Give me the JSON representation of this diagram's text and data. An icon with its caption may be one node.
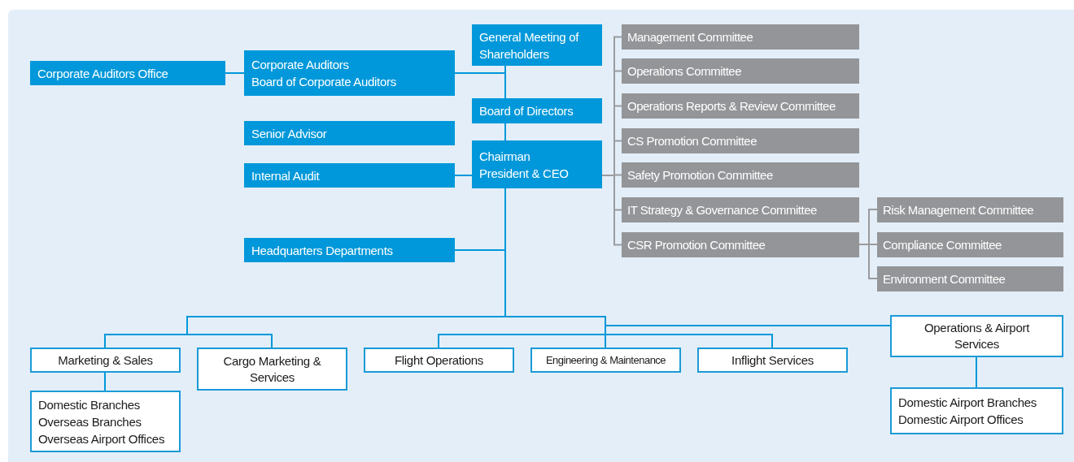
{
  "diagram": {
    "nodes": [
      {
        "text": [
          "Corporate Auditors Office"
        ]
      },
      {
        "text": [
          "Corporate Auditors",
          "Board of Corporate Auditors"
        ]
      },
      {
        "text": [
          "General Meeting of Shareholders"
        ]
      },
      {
        "text": [
          "Board of Directors"
        ]
      },
      {
        "text": [
          "Chairman",
          "President & CEO"
        ]
      },
      {
        "text": [
          "Senior Advisor"
        ]
      },
      {
        "text": [
          "Internal Audit"
        ]
      },
      {
        "text": [
          "Headquarters Departments"
        ]
      },
      {
        "text": [
          "Management Committee"
        ]
      },
      {
        "text": [
          "Operations Committee"
        ]
      },
      {
        "text": [
          "Operations Reports & Review Committee"
        ]
      },
      {
        "text": [
          "CS Promotion Committee"
        ]
      },
      {
        "text": [
          "Safety Promotion Committee"
        ]
      },
      {
        "text": [
          "IT Strategy & Governance Committee"
        ]
      },
      {
        "text": [
          "CSR Promotion Committee"
        ]
      },
      {
        "text": [
          "Risk Management Committee"
        ]
      },
      {
        "text": [
          "Compliance Committee"
        ]
      },
      {
        "text": [
          "Environment Committee"
        ]
      },
      {
        "text": [
          "Marketing & Sales"
        ]
      },
      {
        "text": [
          "Cargo Marketing & Services"
        ]
      },
      {
        "text": [
          "Flight Operations"
        ]
      },
      {
        "text": [
          "Engineering & Maintenance"
        ]
      },
      {
        "text": [
          "Inflight Services"
        ]
      },
      {
        "text": [
          "Operations & Airport Services"
        ]
      },
      {
        "text": [
          "Domestic Branches",
          "Overseas Branches",
          "Overseas Airport Offices"
        ]
      },
      {
        "text": [
          "Domestic Airport Branches",
          "Domestic Airport Offices"
        ]
      }
    ],
    "edges": [
      {
        "from": 0,
        "to": 1,
        "arrow": "none"
      },
      {
        "from": 2,
        "to": 1,
        "arrow": "none"
      },
      {
        "from": 2,
        "to": 3,
        "arrow": "none"
      },
      {
        "from": 3,
        "to": 4,
        "arrow": "none"
      },
      {
        "from": 4,
        "to": 6,
        "arrow": "none"
      },
      {
        "from": 4,
        "to": 7,
        "arrow": "none"
      },
      {
        "from": 4,
        "to": 8,
        "arrow": "none",
        "color": "#9a9b9e"
      },
      {
        "from": 4,
        "to": 9,
        "arrow": "none",
        "color": "#9a9b9e"
      },
      {
        "from": 4,
        "to": 10,
        "arrow": "none",
        "color": "#9a9b9e"
      },
      {
        "from": 4,
        "to": 11,
        "arrow": "none",
        "color": "#9a9b9e"
      },
      {
        "from": 4,
        "to": 12,
        "arrow": "none",
        "color": "#9a9b9e"
      },
      {
        "from": 4,
        "to": 13,
        "arrow": "none",
        "color": "#9a9b9e"
      },
      {
        "from": 4,
        "to": 14,
        "arrow": "none",
        "color": "#9a9b9e"
      },
      {
        "from": 14,
        "to": 15,
        "arrow": "none",
        "color": "#9a9b9e"
      },
      {
        "from": 14,
        "to": 16,
        "arrow": "none",
        "color": "#9a9b9e"
      },
      {
        "from": 14,
        "to": 17,
        "arrow": "none",
        "color": "#9a9b9e"
      },
      {
        "from": 4,
        "to": 18,
        "arrow": "none"
      },
      {
        "from": 4,
        "to": 19,
        "arrow": "none"
      },
      {
        "from": 4,
        "to": 20,
        "arrow": "none"
      },
      {
        "from": 4,
        "to": 21,
        "arrow": "none"
      },
      {
        "from": 4,
        "to": 22,
        "arrow": "none"
      },
      {
        "from": 4,
        "to": 23,
        "arrow": "none"
      },
      {
        "from": 18,
        "to": 24,
        "arrow": "none"
      },
      {
        "from": 23,
        "to": 25,
        "arrow": "none"
      }
    ]
  }
}
